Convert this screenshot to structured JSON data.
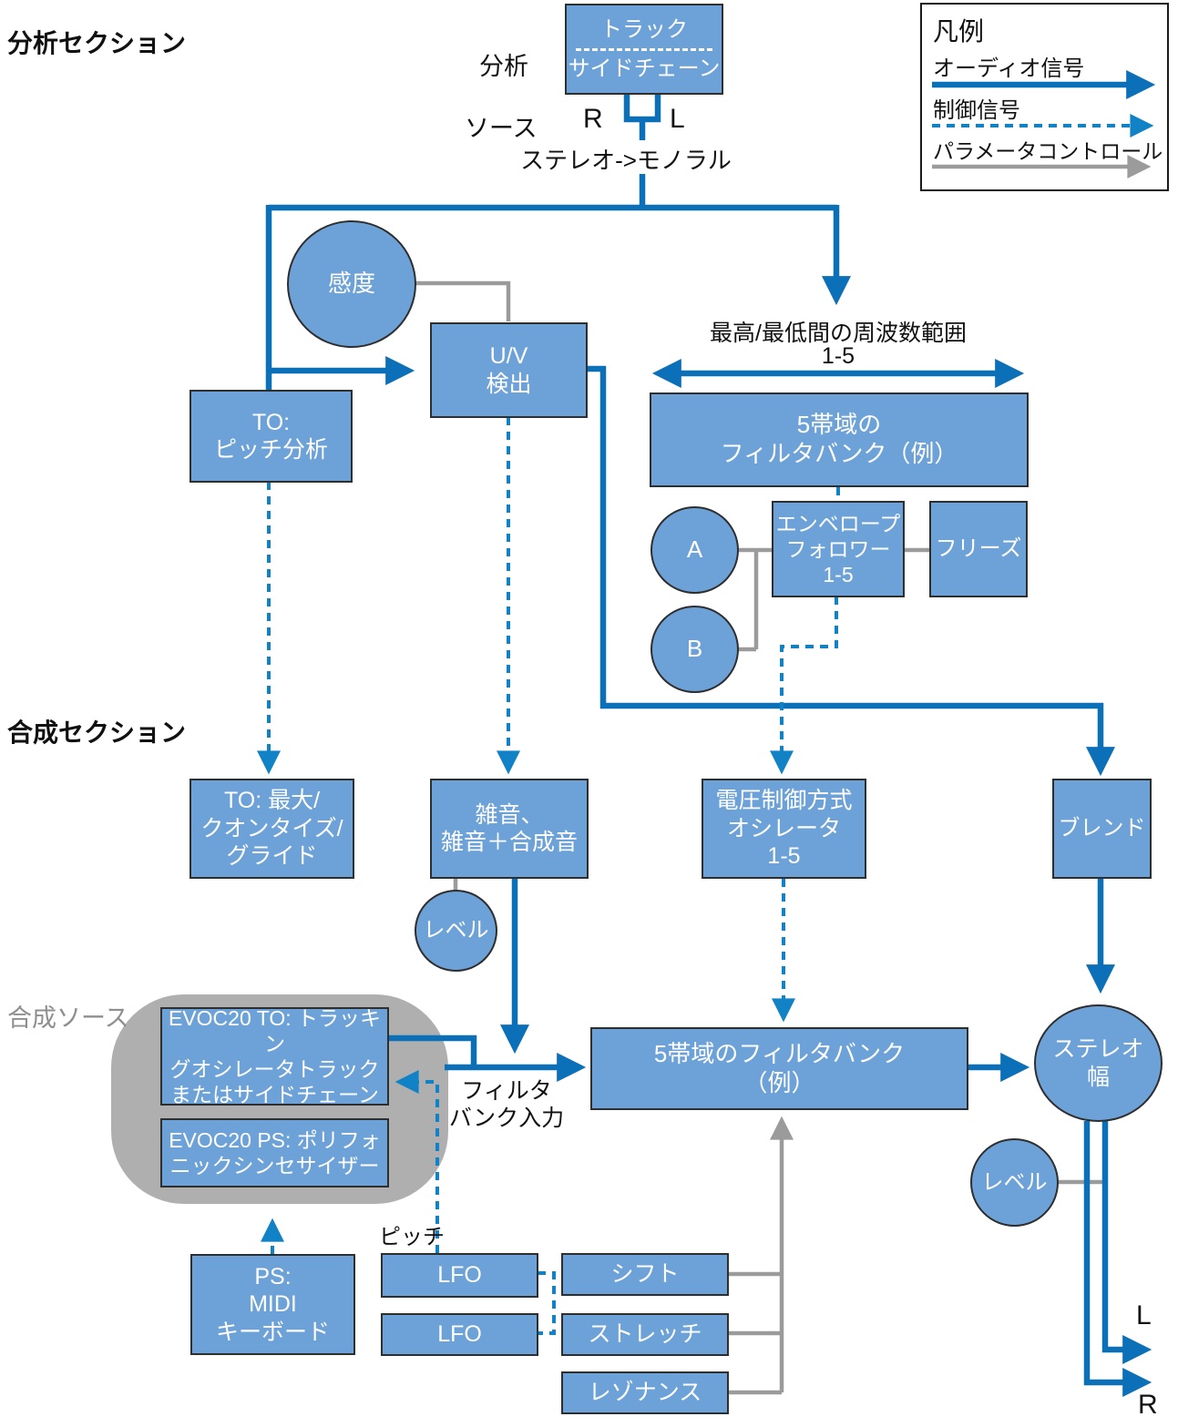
{
  "colors": {
    "box_fill": "#6da2d8",
    "audio_signal": "#0c70b8",
    "control_signal": "#1182c5",
    "parameter_control": "#9b9b9b",
    "box_border": "#2e2e2e",
    "source_blob": "#afafaf",
    "text_dark": "#111111",
    "muted_label": "#8f8f8f"
  },
  "labels": {
    "analysis_section": "分析セクション",
    "analysis_source_l1": "分析",
    "analysis_source_l2": "ソース",
    "r_in": "R",
    "l_in": "L",
    "stereo_to_mono": "ステレオ->モノラル",
    "freq_range_l1": "最高/最低間の周波数範囲",
    "freq_range_l2": "1-5",
    "synthesis_section": "合成セクション",
    "synthesis_source": "合成ソース",
    "fb_input_l1": "フィルタ",
    "fb_input_l2": "バンク入力",
    "pitch": "ピッチ",
    "out_l": "L",
    "out_r": "R"
  },
  "legend": {
    "title": "凡例",
    "audio": "オーディオ信号",
    "control": "制御信号",
    "parameter": "パラメータコントロール"
  },
  "nodes": {
    "track": {
      "line1": "トラック",
      "line2": "サイドチェーン"
    },
    "sensitivity": "感度",
    "uv": {
      "line1": "U/V",
      "line2": "検出"
    },
    "to_pitch": {
      "line1": "TO:",
      "line2": "ピッチ分析"
    },
    "analysis_filterbank": {
      "line1": "5帯域の",
      "line2": "フィルタバンク（例）"
    },
    "knob_a": "A",
    "knob_b": "B",
    "env_follower": {
      "line1": "エンベロープ",
      "line2": "フォロワー",
      "line3": "1-5"
    },
    "freeze": "フリーズ",
    "to_max": {
      "line1": "TO: 最大/",
      "line2": "クオンタイズ/",
      "line3": "グライド"
    },
    "noise": {
      "line1": "雑音、",
      "line2": "雑音＋合成音"
    },
    "vco": {
      "line1": "電圧制御方式",
      "line2": "オシレータ",
      "line3": "1-5"
    },
    "blend": "ブレンド",
    "level1": "レベル",
    "evoc_to": {
      "line1": "EVOC20 TO: トラッキン",
      "line2": "グオシレータトラック",
      "line3": "またはサイドチェーン"
    },
    "evoc_ps": {
      "line1": "EVOC20 PS: ポリフォ",
      "line2": "ニックシンセサイザー"
    },
    "syn_filterbank": {
      "line1": "5帯域のフィルタバンク",
      "line2": "（例）"
    },
    "stereo_width": {
      "line1": "ステレオ",
      "line2": "幅"
    },
    "level2": "レベル",
    "ps_midi": {
      "line1": "PS:",
      "line2": "MIDI",
      "line3": "キーボード"
    },
    "lfo1": "LFO",
    "lfo2": "LFO",
    "shift": "シフト",
    "stretch": "ストレッチ",
    "resonance": "レゾナンス"
  }
}
